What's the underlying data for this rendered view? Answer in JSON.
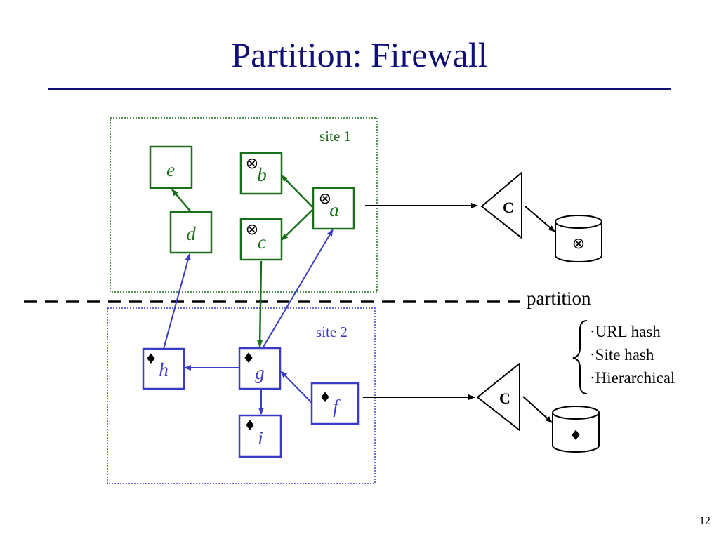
{
  "title": "Partition: Firewall",
  "slide_number": "12",
  "colors": {
    "title": "#0f0f7a",
    "site1": "#1a6e1a",
    "site2": "#3a3ac8",
    "ink": "#000000"
  },
  "site1": {
    "label": "site 1",
    "nodes": [
      {
        "id": "e",
        "marker": ""
      },
      {
        "id": "b",
        "marker": "⊗"
      },
      {
        "id": "a",
        "marker": "⊗"
      },
      {
        "id": "d",
        "marker": ""
      },
      {
        "id": "c",
        "marker": "⊗"
      }
    ]
  },
  "site2": {
    "label": "site 2",
    "nodes": [
      {
        "id": "h",
        "marker": "♦"
      },
      {
        "id": "g",
        "marker": "♦"
      },
      {
        "id": "f",
        "marker": "♦"
      },
      {
        "id": "i",
        "marker": "♦"
      }
    ]
  },
  "partition_label": "partition",
  "cache_label": "C",
  "store_markers": [
    "⊗",
    "♦"
  ],
  "partition_methods": [
    {
      "bullet": "·",
      "text": "URL hash"
    },
    {
      "bullet": "·",
      "text": "Site hash"
    },
    {
      "bullet": "·",
      "text": "Hierarchical"
    }
  ]
}
